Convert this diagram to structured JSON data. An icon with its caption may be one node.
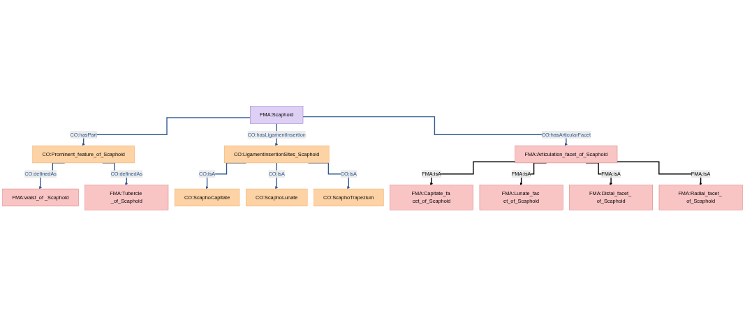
{
  "diagram": {
    "nodes": [
      {
        "text": [
          "FMA:Scaphoid"
        ]
      },
      {
        "text": [
          "CO:Prominent_feature_of_Scaphoid"
        ]
      },
      {
        "text": [
          "FMA:Articulation_facet_of_Scaphoid"
        ]
      },
      {
        "text": [
          "FMA:waist_of _Scaphoid"
        ]
      },
      {
        "text": [
          "FMA:Tubercle _of_Scaphoid"
        ]
      },
      {
        "text": [
          "FMA:Capitate_fa cet_of_Scaphoid"
        ]
      },
      {
        "text": [
          "FMA:Lunate_fac et_of_Scaphoid"
        ]
      },
      {
        "text": [
          "FMA:Distal_facet_ of_Scaphoid"
        ]
      },
      {
        "text": [
          "FMA:Radial_facet_ of_Scaphoid"
        ]
      },
      {
        "text": [
          "CO:LigamentInsertionSites_Scaphoid"
        ]
      },
      {
        "text": [
          "CO:ScaphoCapitate"
        ]
      },
      {
        "text": [
          "CO:ScaphoLunate"
        ]
      },
      {
        "text": [
          "CO:ScaphoTrapezium"
        ]
      }
    ],
    "edges": [
      {
        "from": 0,
        "to": 1,
        "arrow": "to",
        "label": "CO:hasPart"
      },
      {
        "from": 0,
        "to": 9,
        "arrow": "to",
        "label": "CO:hasLigamentInsertion"
      },
      {
        "from": 0,
        "to": 2,
        "arrow": "to",
        "label": "CO:hasArticularFacet"
      },
      {
        "from": 1,
        "to": 3,
        "arrow": "to",
        "label": "CO:definedAs"
      },
      {
        "from": 1,
        "to": 4,
        "arrow": "to",
        "label": "CO:definedAs"
      },
      {
        "from": 2,
        "to": 5,
        "arrow": "to",
        "label": "FMA:isA",
        "color": "#000000"
      },
      {
        "from": 2,
        "to": 6,
        "arrow": "to",
        "label": "FMA:isA",
        "color": "#000000"
      },
      {
        "from": 2,
        "to": 7,
        "arrow": "to",
        "label": "FMA:isA",
        "color": "#000000"
      },
      {
        "from": 2,
        "to": 8,
        "arrow": "to",
        "label": "FMA:isA",
        "color": "#000000"
      },
      {
        "from": 9,
        "to": 10,
        "arrow": "to",
        "label": "CO:isA"
      },
      {
        "from": 9,
        "to": 11,
        "arrow": "to",
        "label": "CO:isA"
      },
      {
        "from": 9,
        "to": 12,
        "arrow": "to",
        "label": "CO:isA"
      }
    ]
  }
}
